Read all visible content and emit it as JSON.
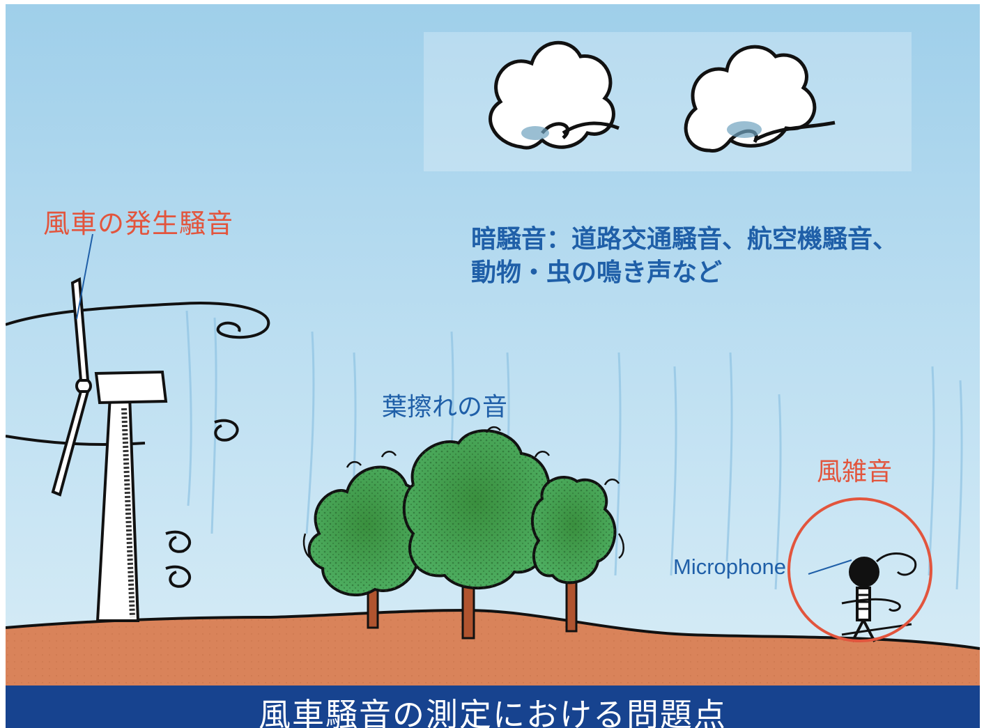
{
  "labels": {
    "windmill_noise": "風車の発生騒音",
    "dark_noise_line1": "暗騒音：道路交通騒音、航空機騒音、",
    "dark_noise_line2": "動物・虫の鳴き声など",
    "leaf_rustle": "葉擦れの音",
    "wind_noise": "風雑音",
    "microphone": "Microphone"
  },
  "banner": {
    "title": "風車騒音の測定における問題点"
  },
  "colors": {
    "sky": "#a9d4ec",
    "ground": "#d9835a",
    "tree_green": "#2f9a45",
    "trunk": "#b0542f",
    "label_red": "#e2553d",
    "label_blue": "#1f5fa8",
    "banner_bg": "#17438f"
  }
}
